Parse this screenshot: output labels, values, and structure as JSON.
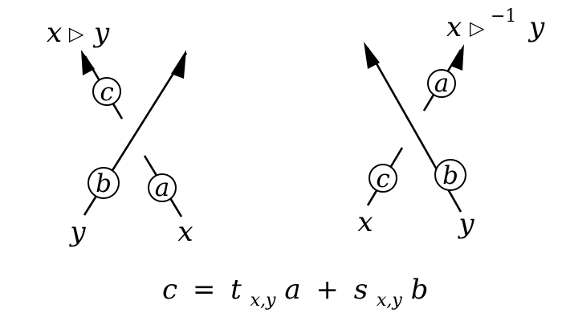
{
  "left_crossing": {
    "top_label": {
      "x": "x",
      "op": "▷",
      "y": "y"
    },
    "circles": {
      "over_strand": "b",
      "under_top": "c",
      "under_bottom": "a"
    },
    "bottom_labels": {
      "left": "y",
      "right": "x"
    }
  },
  "right_crossing": {
    "top_label": {
      "x": "x",
      "op": "▷",
      "exp": "−1",
      "y": "y"
    },
    "circles": {
      "under_top": "a",
      "under_bottom": "c",
      "over_strand": "b"
    },
    "bottom_labels": {
      "left": "x",
      "right": "y"
    }
  },
  "formula": {
    "lhs": "c",
    "eq": "=",
    "t": "t",
    "t_sub": "x,y",
    "a": "a",
    "plus": "+",
    "s": "s",
    "s_sub": "x,y",
    "b": "b"
  }
}
